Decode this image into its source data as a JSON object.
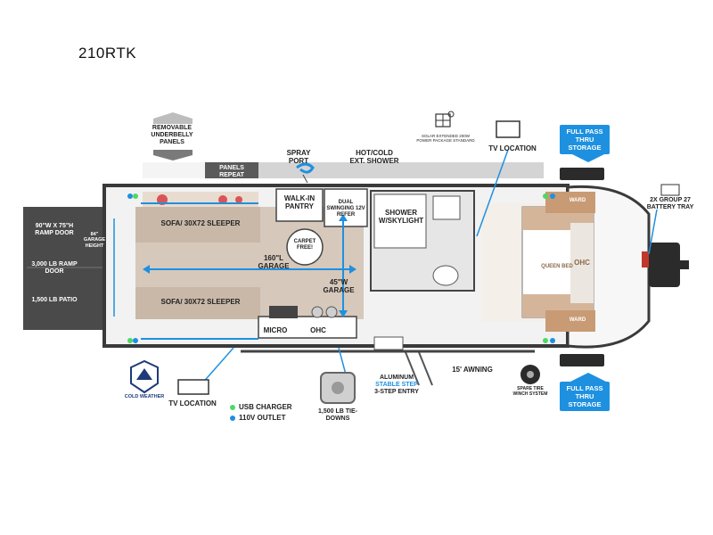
{
  "model": "210RTK",
  "labels": {
    "removable_underbelly": "REMOVABLE UNDERBELLY PANELS",
    "panels_repeat": "PANELS REPEAT",
    "spray_port": "SPRAY PORT",
    "hot_cold_shower": "HOT/COLD EXT. SHOWER",
    "solar": "SOLAR EXTENDED 200W POWER PACKAGE STANDARD",
    "tv_location_top": "TV LOCATION",
    "full_pass_thru_top": "FULL PASS THRU STORAGE",
    "battery_tray": "2X GROUP 27 BATTERY TRAY",
    "ramp_door_size": "90\"W x 75\"H RAMP DOOR",
    "garage_height": "84\" GARAGE HEIGHT",
    "ramp_door_capacity": "3,000 LB RAMP DOOR",
    "patio": "1,500 LB PATIO",
    "sofa_top": "SOFA/ 30x72 SLEEPER",
    "sofa_bottom": "SOFA/ 30x72 SLEEPER",
    "garage_length": "160\"L GARAGE",
    "garage_width": "45\"W GARAGE",
    "walk_in_pantry": "WALK-IN PANTRY",
    "dual_swinging_refer": "DUAL SWINGING 12V REFER",
    "carpet_free": "CARPET FREE!",
    "shower_skylight": "SHOWER w/SKYLIGHT",
    "queen_bed": "QUEEN BED",
    "ohc_bed": "OHC",
    "ward_top": "WARD",
    "ward_bottom": "WARD",
    "micro": "MICRO",
    "ohc_kitchen": "OHC",
    "aluminum": "ALUMINUM",
    "stable_step": "STABLE STEP",
    "entry": "3-STEP ENTRY",
    "awning": "15' AWNING",
    "spare_tire": "SPARE TIRE WINCH SYSTEM",
    "full_pass_thru_bottom": "FULL PASS THRU STORAGE",
    "tv_location_bottom": "TV LOCATION",
    "tie_downs": "1,500 LB TIE-DOWNS",
    "cold_weather": "COLD WEATHER"
  },
  "legend": [
    {
      "label": "USB CHARGER",
      "color": "#4cd964"
    },
    {
      "label": "110V OUTLET",
      "color": "#1e90e0"
    }
  ],
  "colors": {
    "accent_blue": "#1e90e0",
    "wood": "#c89b74",
    "floor": "#d9d9d9",
    "wall": "#3a3a3a"
  }
}
